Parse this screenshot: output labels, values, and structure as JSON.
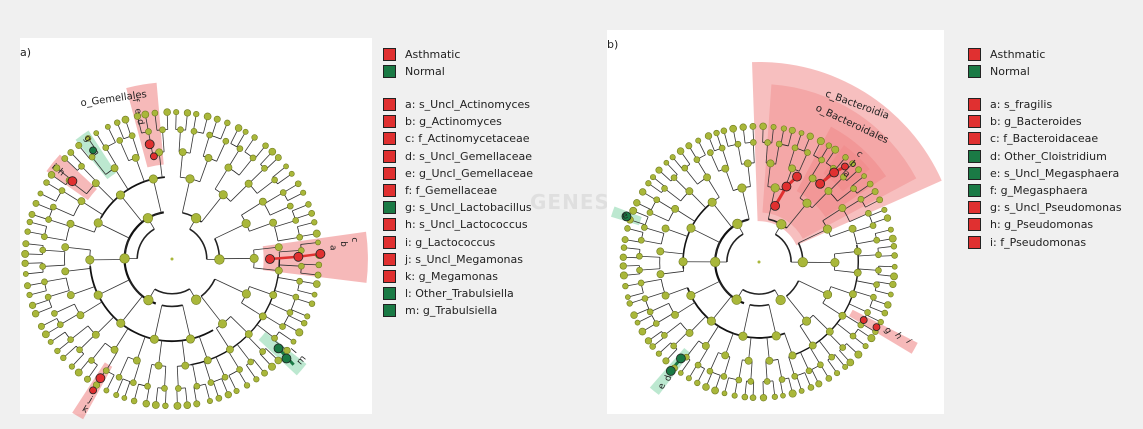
{
  "colors": {
    "enriched": "#e03030",
    "normal": "#1a7a45",
    "node": "#a9b73a",
    "node_stroke": "#6f7a1f",
    "highlight_red": "#f08a8a",
    "highlight_green": "#8fd8b0"
  },
  "watermark": "GENESKY 天昊生",
  "panel_a": {
    "label": "a)",
    "clade_labels": [
      {
        "text": "o_Gemellales",
        "color": "red"
      },
      {
        "text": "f",
        "color": "red"
      },
      {
        "text": "e",
        "color": "red"
      },
      {
        "text": "d",
        "color": "red"
      },
      {
        "text": "g",
        "color": "green"
      },
      {
        "text": "i",
        "color": "red"
      },
      {
        "text": "h",
        "color": "red"
      },
      {
        "text": "c",
        "color": "red"
      },
      {
        "text": "b",
        "color": "red"
      },
      {
        "text": "a",
        "color": "red"
      },
      {
        "text": "m",
        "color": "green"
      },
      {
        "text": "l",
        "color": "green"
      },
      {
        "text": "k",
        "color": "red"
      },
      {
        "text": "j",
        "color": "red"
      }
    ],
    "legend": {
      "groups": [
        {
          "label": "Asthmatic",
          "color": "red"
        },
        {
          "label": "Normal",
          "color": "green"
        }
      ],
      "items": [
        {
          "label": "a: s_Uncl_Actinomyces",
          "color": "red"
        },
        {
          "label": "b: g_Actinomyces",
          "color": "red"
        },
        {
          "label": "c: f_Actinomycetaceae",
          "color": "red"
        },
        {
          "label": "d: s_Uncl_Gemellaceae",
          "color": "red"
        },
        {
          "label": "e: g_Uncl_Gemellaceae",
          "color": "red"
        },
        {
          "label": "f: f_Gemellaceae",
          "color": "red"
        },
        {
          "label": "g: s_Uncl_Lactobacillus",
          "color": "green"
        },
        {
          "label": "h: s_Uncl_Lactococcus",
          "color": "red"
        },
        {
          "label": "i: g_Lactococcus",
          "color": "red"
        },
        {
          "label": "j: s_Uncl_Megamonas",
          "color": "red"
        },
        {
          "label": "k: g_Megamonas",
          "color": "red"
        },
        {
          "label": "l: Other_Trabulsiella",
          "color": "green"
        },
        {
          "label": "m: g_Trabulsiella",
          "color": "green"
        }
      ]
    }
  },
  "panel_b": {
    "label": "b)",
    "clade_labels": [
      {
        "text": "c_Bacteroidia",
        "color": "red"
      },
      {
        "text": "o_Bacteroidales",
        "color": "red"
      },
      {
        "text": "c",
        "color": "red"
      },
      {
        "text": "b",
        "color": "red"
      },
      {
        "text": "a",
        "color": "red"
      },
      {
        "text": "e",
        "color": "green"
      },
      {
        "text": "i",
        "color": "red"
      },
      {
        "text": "h",
        "color": "red"
      },
      {
        "text": "g",
        "color": "red"
      },
      {
        "text": "e",
        "color": "green"
      },
      {
        "text": "d",
        "color": "green"
      }
    ],
    "legend": {
      "groups": [
        {
          "label": "Asthmatic",
          "color": "red"
        },
        {
          "label": "Normal",
          "color": "green"
        }
      ],
      "items": [
        {
          "label": "a: s_fragilis",
          "color": "red"
        },
        {
          "label": "b: g_Bacteroides",
          "color": "red"
        },
        {
          "label": "c: f_Bacteroidaceae",
          "color": "red"
        },
        {
          "label": "d: Other_Cloistridium",
          "color": "green"
        },
        {
          "label": "e: s_Uncl_Megasphaera",
          "color": "green"
        },
        {
          "label": "f: g_Megasphaera",
          "color": "green"
        },
        {
          "label": "g: s_Uncl_Pseudomonas",
          "color": "red"
        },
        {
          "label": "h: g_Pseudomonas",
          "color": "red"
        },
        {
          "label": "i: f_Pseudomonas",
          "color": "red"
        }
      ]
    }
  }
}
